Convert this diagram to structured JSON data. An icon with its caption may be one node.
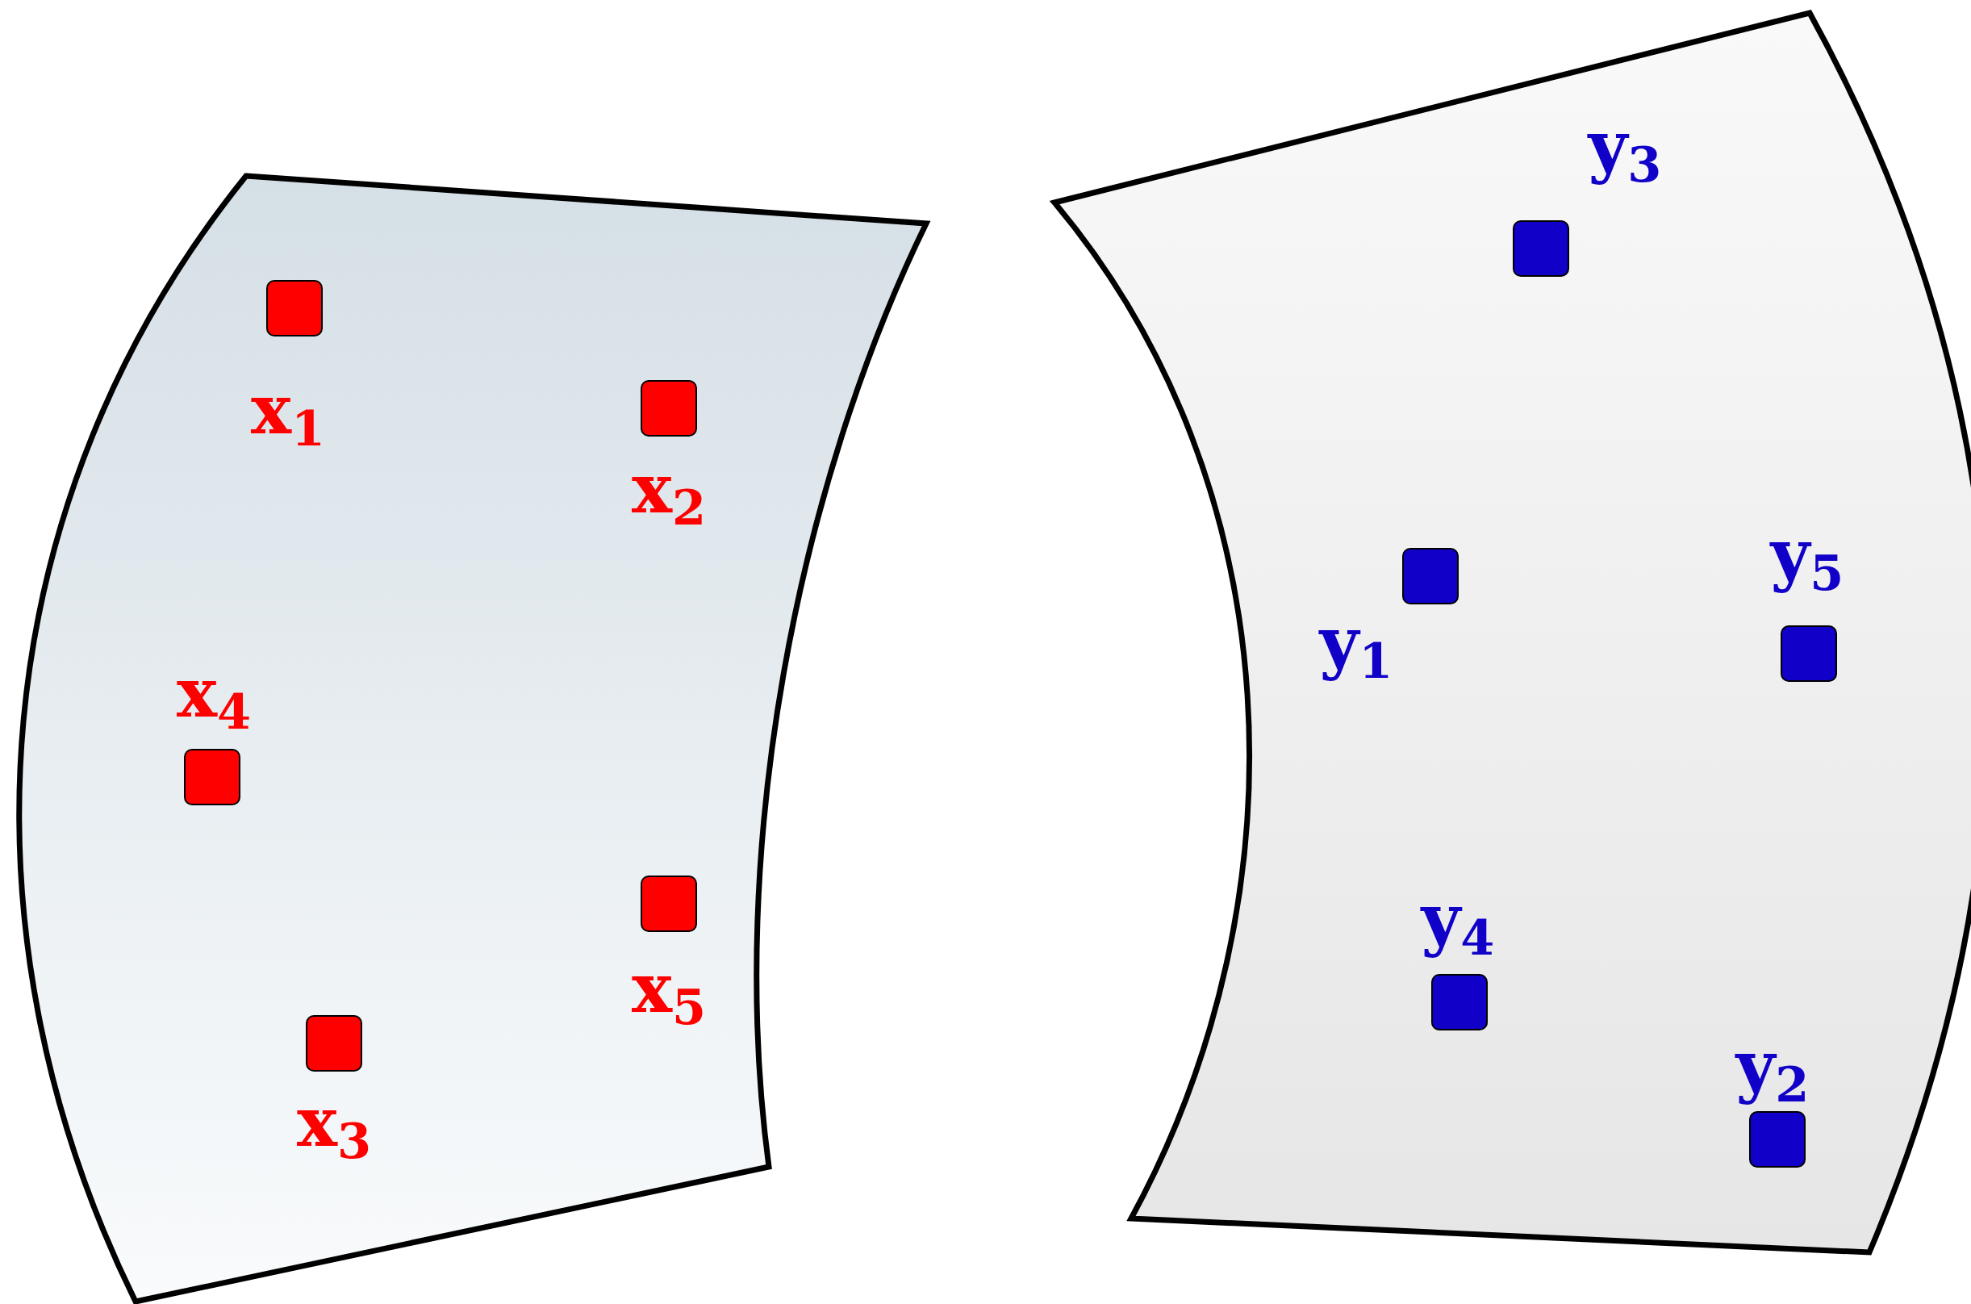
{
  "diagram": {
    "nodes": [
      {
        "text": [],
        "shape": "band"
      },
      {
        "text": [],
        "shape": "box",
        "in": 0,
        "beside": [
          "x$_{1}$"
        ]
      },
      {
        "text": [],
        "shape": "box",
        "in": 0,
        "beside": [
          "x$_{2}$"
        ]
      },
      {
        "text": [],
        "shape": "box",
        "in": 0,
        "beside": [
          "x$_{4}$"
        ]
      },
      {
        "text": [],
        "shape": "box",
        "in": 0,
        "beside": [
          "x$_{5}$"
        ]
      },
      {
        "text": [],
        "shape": "box",
        "in": 0,
        "beside": [
          "x$_{3}$"
        ]
      },
      {
        "text": [],
        "shape": "band"
      },
      {
        "text": [],
        "shape": "box",
        "in": 6,
        "beside": [
          "y$_{3}$"
        ]
      },
      {
        "text": [],
        "shape": "box",
        "in": 6,
        "beside": [
          "y$_{1}$"
        ]
      },
      {
        "text": [],
        "shape": "box",
        "in": 6,
        "beside": [
          "y$_{5}$"
        ]
      },
      {
        "text": [],
        "shape": "box",
        "in": 6,
        "beside": [
          "y$_{4}$"
        ]
      },
      {
        "text": [],
        "shape": "box",
        "in": 6,
        "beside": [
          "y$_{2}$"
        ]
      }
    ]
  }
}
